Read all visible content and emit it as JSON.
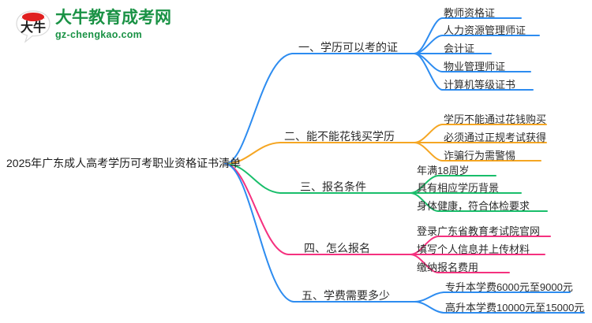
{
  "logo": {
    "mark_name": "daniu-speech-bubble-logo",
    "title": "大牛教育成考网",
    "subtitle": "gz-chengkao.com",
    "brand_color": "#1a9245",
    "accent_color": "#e02020"
  },
  "mindmap": {
    "root": "2025年广东成人高考学历可考职业资格证书清单",
    "colors": {
      "blue": "#2d8cf0",
      "orange": "#f5a623",
      "green": "#19be6b",
      "pink": "#f5317f"
    },
    "branches": [
      {
        "label": "一、学历可以考的证",
        "color": "#2d8cf0",
        "children": [
          "教师资格证",
          "人力资源管理师证",
          "会计证",
          "物业管理师证",
          "计算机等级证书"
        ]
      },
      {
        "label": "二、能不能花钱买学历",
        "color": "#f5a623",
        "children": [
          "学历不能通过花钱购买",
          "必须通过正规考试获得",
          "诈骗行为需警惕"
        ]
      },
      {
        "label": "三、报名条件",
        "color": "#19be6b",
        "children": [
          "年满18周岁",
          "具有相应学历背景",
          "身体健康，符合体检要求"
        ]
      },
      {
        "label": "四、怎么报名",
        "color": "#f5317f",
        "children": [
          "登录广东省教育考试院官网",
          "填写个人信息并上传材料",
          "缴纳报名费用"
        ]
      },
      {
        "label": "五、学费需要多少",
        "color": "#2d8cf0",
        "children": [
          "专升本学费6000元至9000元",
          "高升本学费10000元至15000元"
        ]
      }
    ]
  }
}
